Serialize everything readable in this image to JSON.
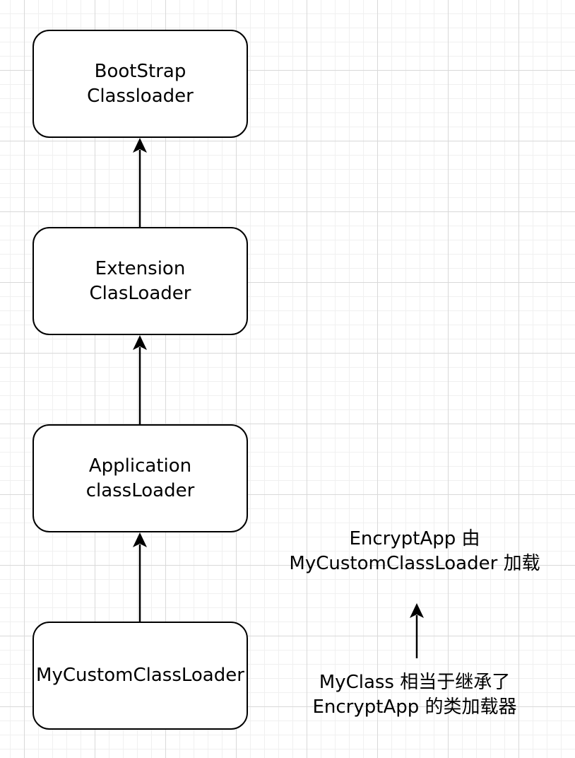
{
  "diagram": {
    "nodes": [
      {
        "id": "bootstrap",
        "lines": [
          "BootStrap",
          "Classloader"
        ]
      },
      {
        "id": "extension",
        "lines": [
          "Extension",
          "ClasLoader"
        ]
      },
      {
        "id": "application",
        "lines": [
          "Application",
          "classLoader"
        ]
      },
      {
        "id": "custom",
        "lines": [
          "MyCustomClassLoader"
        ]
      }
    ],
    "edges": [
      {
        "from": "extension",
        "to": "bootstrap"
      },
      {
        "from": "application",
        "to": "extension"
      },
      {
        "from": "custom",
        "to": "application"
      },
      {
        "from": "note_myclass",
        "to": "note_encrypt"
      }
    ],
    "notes": {
      "encrypt": [
        "EncryptApp 由",
        "MyCustomClassLoader 加载"
      ],
      "myclass": [
        "MyClass 相当于继承了",
        "EncryptApp 的类加载器"
      ]
    }
  }
}
